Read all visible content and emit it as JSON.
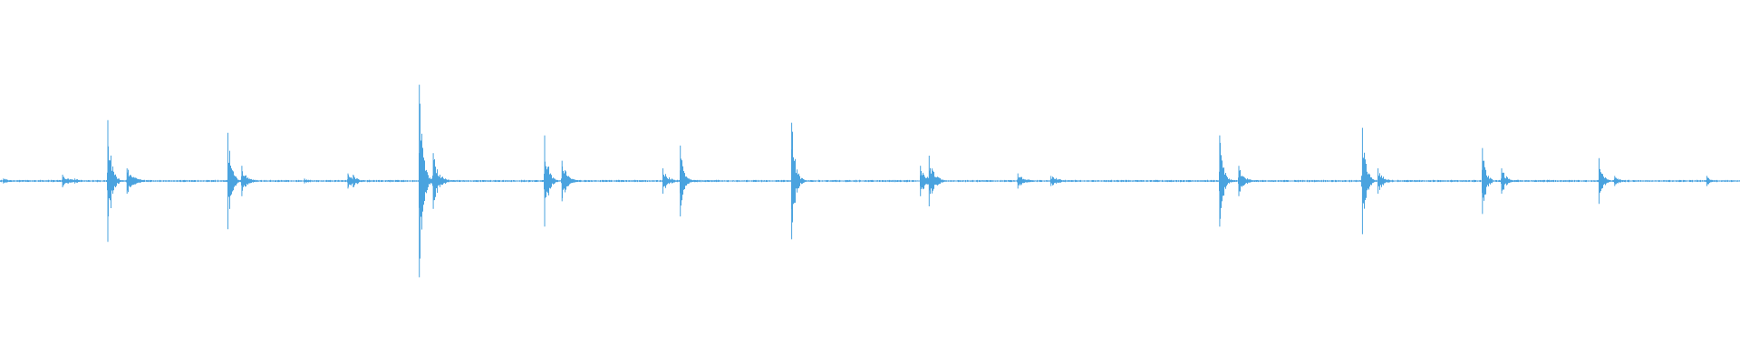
{
  "colors": {
    "background": "#ffffff",
    "waveform": "#4aa3df"
  },
  "chart_data": {
    "type": "line",
    "title": "",
    "xlabel": "",
    "ylabel": "",
    "xlim": [
      0,
      1
    ],
    "ylim": [
      -1,
      1
    ],
    "grid": false,
    "legend": "none",
    "baseline_amplitude": 0.006,
    "events": [
      {
        "t": 0.002,
        "amp": 0.02,
        "decay": 0.004
      },
      {
        "t": 0.036,
        "amp": 0.05,
        "decay": 0.004
      },
      {
        "t": 0.043,
        "amp": 0.02,
        "decay": 0.004
      },
      {
        "t": 0.062,
        "amp": 0.48,
        "decay": 0.002
      },
      {
        "t": 0.073,
        "amp": 0.1,
        "decay": 0.004
      },
      {
        "t": 0.131,
        "amp": 0.38,
        "decay": 0.002
      },
      {
        "t": 0.139,
        "amp": 0.12,
        "decay": 0.003
      },
      {
        "t": 0.175,
        "amp": 0.02,
        "decay": 0.004
      },
      {
        "t": 0.2,
        "amp": 0.06,
        "decay": 0.003
      },
      {
        "t": 0.203,
        "amp": 0.05,
        "decay": 0.003
      },
      {
        "t": 0.241,
        "amp": 0.76,
        "decay": 0.002
      },
      {
        "t": 0.249,
        "amp": 0.22,
        "decay": 0.003
      },
      {
        "t": 0.313,
        "amp": 0.36,
        "decay": 0.002
      },
      {
        "t": 0.323,
        "amp": 0.16,
        "decay": 0.003
      },
      {
        "t": 0.381,
        "amp": 0.1,
        "decay": 0.003
      },
      {
        "t": 0.391,
        "amp": 0.28,
        "decay": 0.002
      },
      {
        "t": 0.396,
        "amp": 0.02,
        "decay": 0.004
      },
      {
        "t": 0.455,
        "amp": 0.46,
        "decay": 0.002
      },
      {
        "t": 0.529,
        "amp": 0.12,
        "decay": 0.003
      },
      {
        "t": 0.534,
        "amp": 0.2,
        "decay": 0.003
      },
      {
        "t": 0.585,
        "amp": 0.06,
        "decay": 0.004
      },
      {
        "t": 0.604,
        "amp": 0.04,
        "decay": 0.006
      },
      {
        "t": 0.701,
        "amp": 0.36,
        "decay": 0.002
      },
      {
        "t": 0.712,
        "amp": 0.12,
        "decay": 0.003
      },
      {
        "t": 0.783,
        "amp": 0.42,
        "decay": 0.002
      },
      {
        "t": 0.792,
        "amp": 0.1,
        "decay": 0.003
      },
      {
        "t": 0.852,
        "amp": 0.26,
        "decay": 0.002
      },
      {
        "t": 0.863,
        "amp": 0.1,
        "decay": 0.003
      },
      {
        "t": 0.919,
        "amp": 0.18,
        "decay": 0.002
      },
      {
        "t": 0.928,
        "amp": 0.04,
        "decay": 0.003
      },
      {
        "t": 0.981,
        "amp": 0.04,
        "decay": 0.003
      }
    ]
  }
}
